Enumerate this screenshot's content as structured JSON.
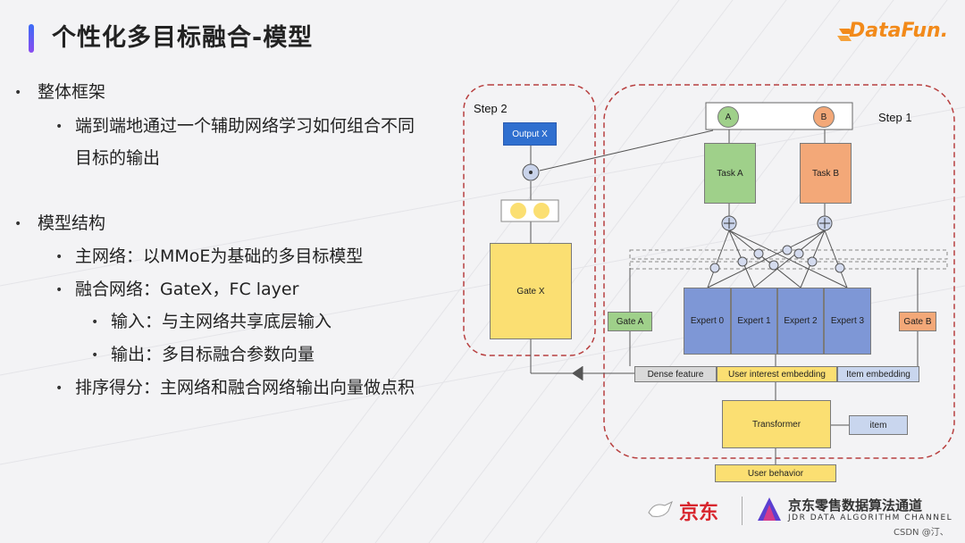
{
  "title": "个性化多目标融合-模型",
  "logo": "DataFun.",
  "bullets": [
    {
      "level": 1,
      "text": "整体框架"
    },
    {
      "level": 2,
      "text": "端到端地通过一个辅助网络学习如何组合不同"
    },
    {
      "level": 2,
      "text": "目标的输出",
      "continuation": true
    },
    {
      "level": 1,
      "text": "模型结构"
    },
    {
      "level": 2,
      "text": "主网络：以MMoE为基础的多目标模型"
    },
    {
      "level": 2,
      "text": "融合网络：GateX，FC layer"
    },
    {
      "level": 3,
      "text": "输入：与主网络共享底层输入"
    },
    {
      "level": 3,
      "text": "输出：多目标融合参数向量"
    },
    {
      "level": 2,
      "text": "排序得分：主网络和融合网络输出向量做点积"
    }
  ],
  "diagram": {
    "step2": "Step 2",
    "step1": "Step 1",
    "output_x": "Output X",
    "gate_x": "Gate X",
    "node_a": "A",
    "node_b": "B",
    "task_a": "Task A",
    "task_b": "Task B",
    "gate_a": "Gate A",
    "gate_b": "Gate B",
    "experts": [
      "Expert 0",
      "Expert 1",
      "Expert 2",
      "Expert 3"
    ],
    "dense_feature": "Dense feature",
    "user_interest": "User interest embedding",
    "item_embedding": "Item embedding",
    "transformer": "Transformer",
    "item": "item",
    "user_behavior": "User behavior"
  },
  "footer": {
    "jd": "京东",
    "channel": "京东零售数据算法通道",
    "channel_en": "JDR DATA ALGORITHM CHANNEL",
    "csdn": "CSDN @汀、"
  },
  "colors": {
    "accent": "#3b6cf6",
    "dashed_red": "#b84040",
    "output_blue": "#2f6fcf",
    "expert_blue": "#7e97d6",
    "task_green": "#9fd08a",
    "task_orange": "#f3a878",
    "gate_yellow": "#fbdf72"
  }
}
